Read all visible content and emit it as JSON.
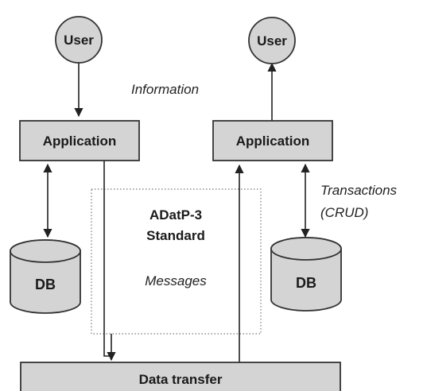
{
  "nodes": {
    "user_left": "User",
    "user_right": "User",
    "app_left": "Application",
    "app_right": "Application",
    "db_left": "DB",
    "db_right": "DB",
    "data_transfer": "Data transfer"
  },
  "standard": {
    "line1": "ADatP-3",
    "line2": "Standard",
    "messages": "Messages"
  },
  "labels": {
    "information": "Information",
    "transactions_line1": "Transactions",
    "transactions_line2": "(CRUD)"
  },
  "colors": {
    "shape_fill": "#d4d4d4",
    "stroke": "#333333"
  }
}
